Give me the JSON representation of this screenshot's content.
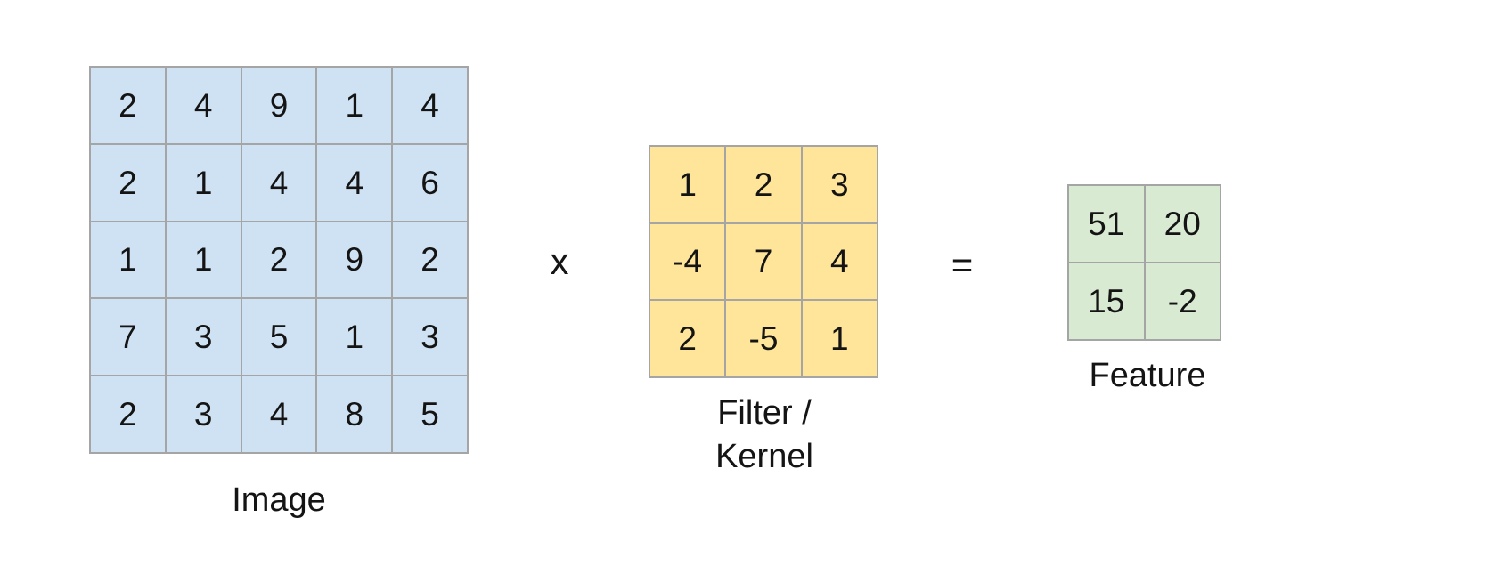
{
  "diagram": {
    "title_semantic": "convolution-example",
    "border_color": "#a5a5a5",
    "image": {
      "label": "Image",
      "fill_color": "#cfe2f3",
      "rows": [
        [
          2,
          4,
          9,
          1,
          4
        ],
        [
          2,
          1,
          4,
          4,
          6
        ],
        [
          1,
          1,
          2,
          9,
          2
        ],
        [
          7,
          3,
          5,
          1,
          3
        ],
        [
          2,
          3,
          4,
          8,
          5
        ]
      ]
    },
    "operator_multiply": "x",
    "filter": {
      "label": "Filter /\nKernel",
      "fill_color": "#ffe599",
      "rows": [
        [
          1,
          2,
          3
        ],
        [
          -4,
          7,
          4
        ],
        [
          2,
          -5,
          1
        ]
      ]
    },
    "operator_equals": "=",
    "feature": {
      "label": "Feature",
      "fill_color": "#d9ead3",
      "rows": [
        [
          51,
          20
        ],
        [
          15,
          -2
        ]
      ]
    }
  }
}
